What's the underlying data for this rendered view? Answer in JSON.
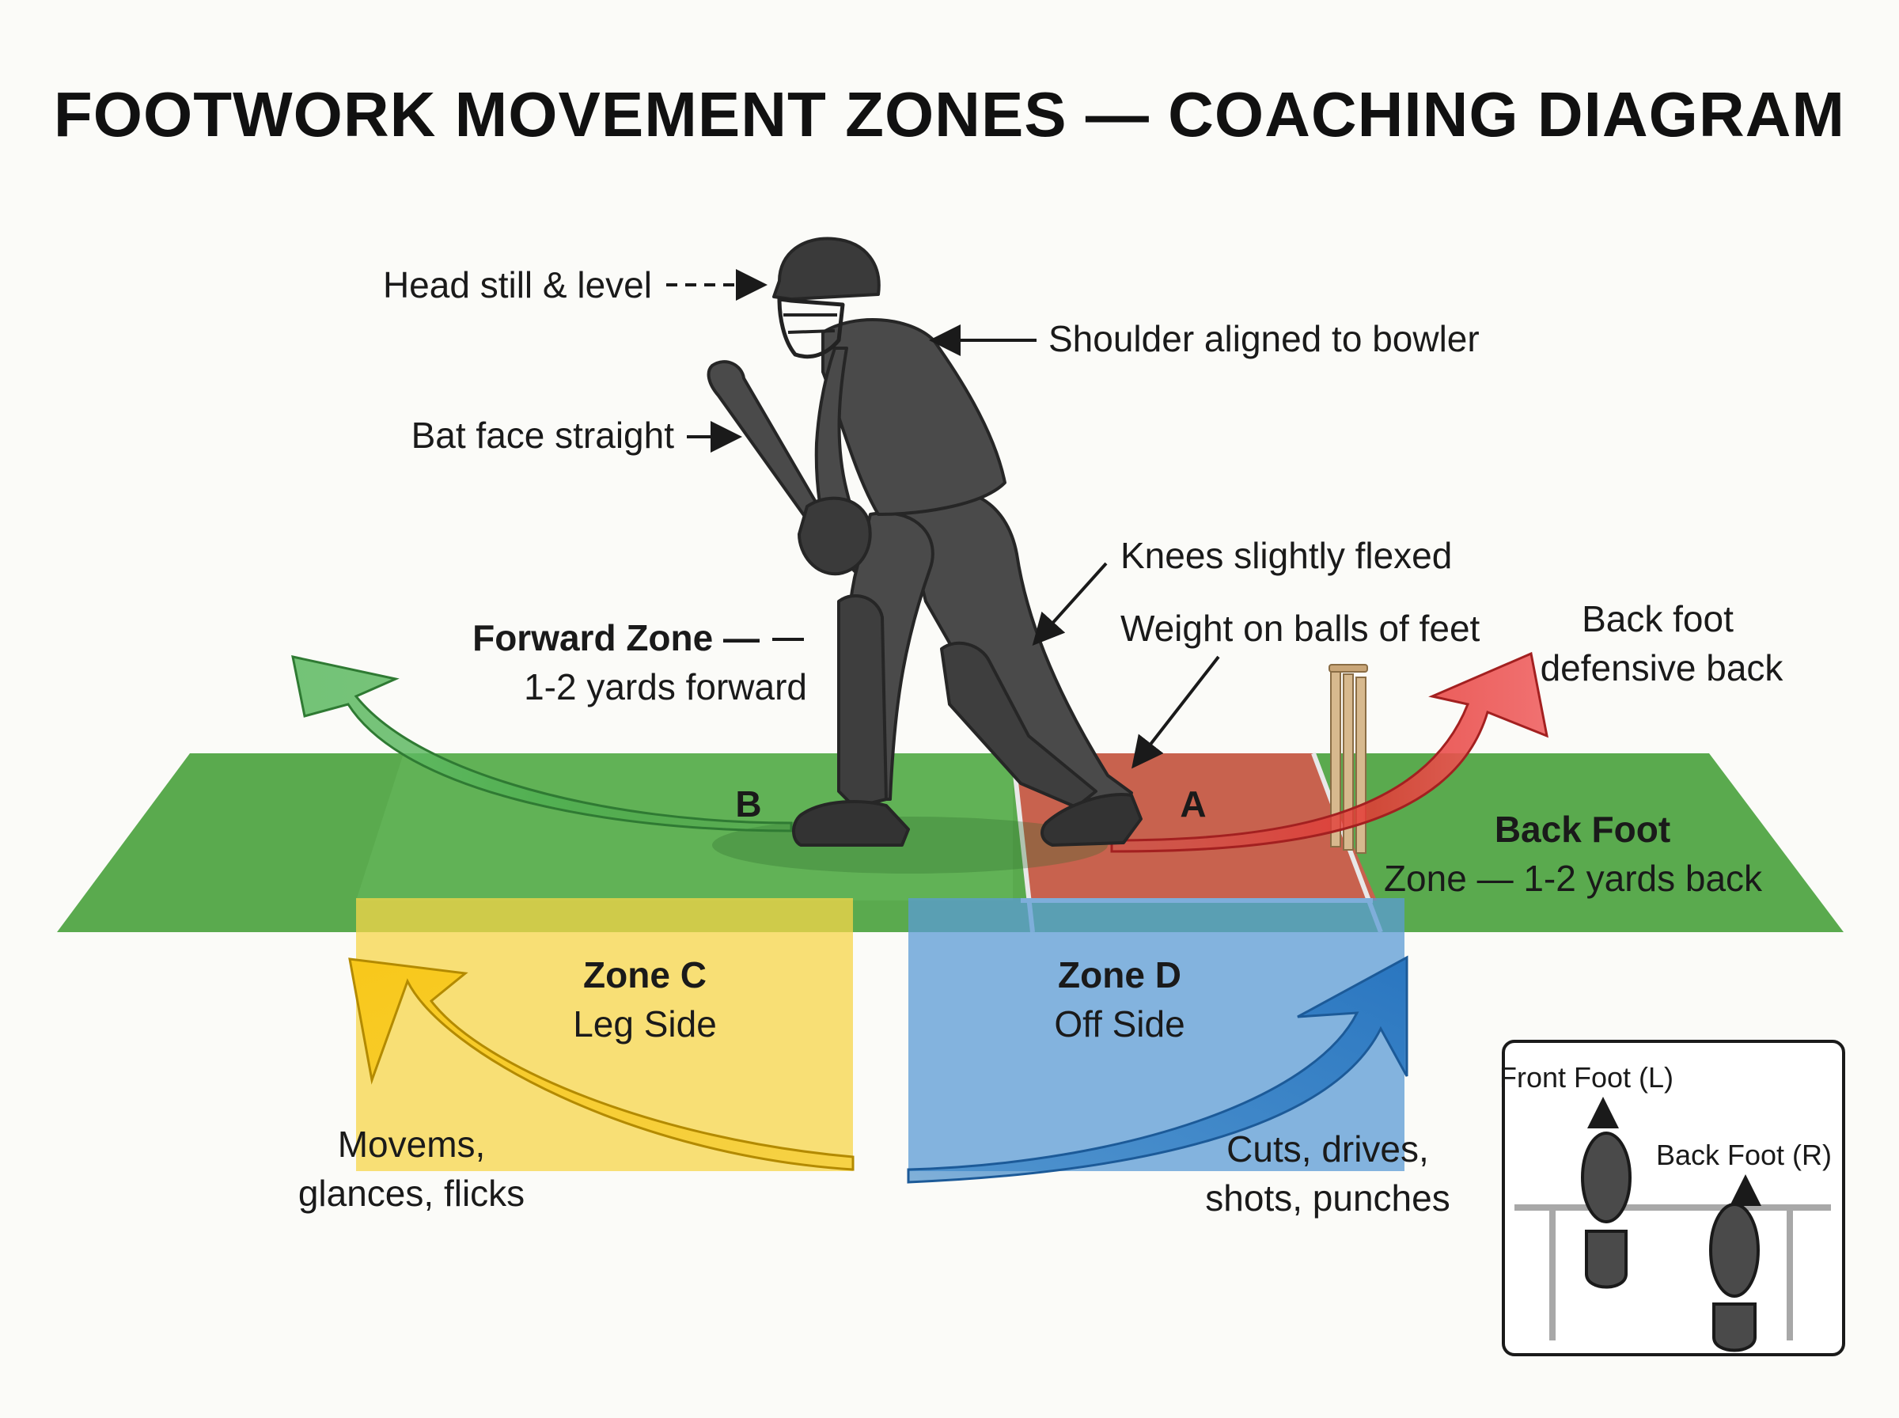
{
  "title": "FOOTWORK MOVEMENT ZONES — COACHING DIAGRAM",
  "annotations": {
    "head": "Head still & level",
    "shoulder": "Shoulder aligned to bowler",
    "bat": "Bat face straight",
    "knees": "Knees slightly flexed",
    "weight": "Weight on balls of feet"
  },
  "zones": {
    "forward": {
      "title": "Forward Zone —",
      "detail": "1-2 yards forward",
      "letter": "B",
      "color": "#5cb85c"
    },
    "back": {
      "title": "Back Foot",
      "detail": "Zone — 1-2 yards back",
      "letter": "A",
      "color": "#d9534f"
    },
    "back_arrow": {
      "line1": "Back foot",
      "line2": "defensive back"
    },
    "c": {
      "title": "Zone C",
      "subtitle": "Leg Side",
      "color": "#f7d64a",
      "shots_line1": "Movems,",
      "shots_line2": "glances, flicks"
    },
    "d": {
      "title": "Zone D",
      "subtitle": "Off Side",
      "color": "#5b9bd5",
      "shots_line1": "Cuts, drives,",
      "shots_line2": "shots, punches"
    }
  },
  "inset": {
    "front_foot": "Front Foot (L)",
    "back_foot": "Back Foot (R)"
  }
}
